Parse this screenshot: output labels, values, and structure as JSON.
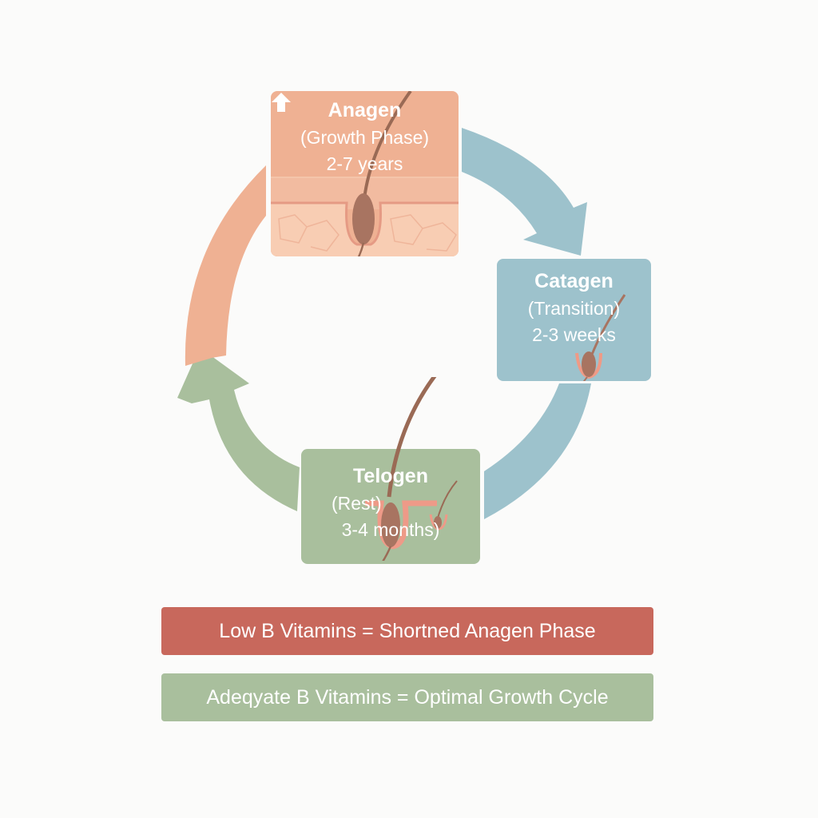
{
  "colors": {
    "anagen": "#efb193",
    "catagen": "#9dc2cc",
    "telogen": "#a9bf9d",
    "low_note": "#c8685c",
    "adequate_note": "#a9bf9d",
    "hair": "#9a6a55",
    "skin": "#f4c2a4"
  },
  "phases": [
    {
      "name": "Anagen",
      "subtitle": "(Growth Phase)",
      "duration": "2-7 years",
      "icon": "up-arrow-icon"
    },
    {
      "name": "Catagen",
      "subtitle": "(Transition)",
      "duration": "2-3 weeks",
      "icon": "hair-follicle-icon"
    },
    {
      "name": "Telogen",
      "subtitle": "(Rest)",
      "duration": "3-4 months)",
      "icon": "resting-follicle-icon"
    }
  ],
  "notes": {
    "low": "Low B Vitamins = Shortned Anagen Phase",
    "adequate": "Adeqyate B Vitamins = Optimal Growth Cycle"
  }
}
